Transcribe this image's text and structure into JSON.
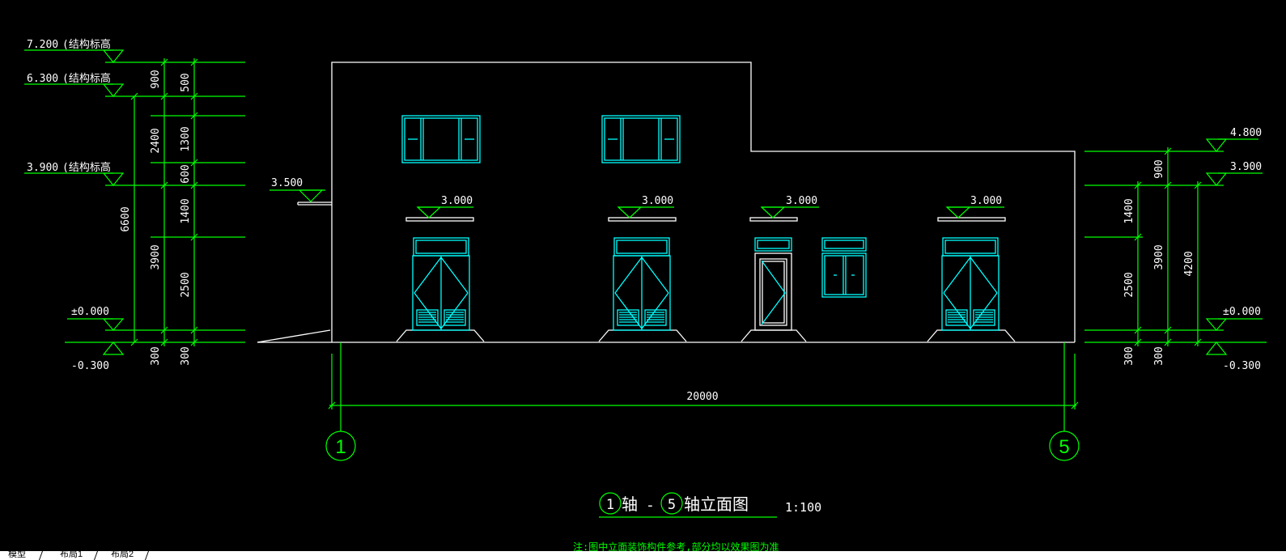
{
  "drawing": {
    "title_axis_start": "1",
    "title_text_axis": "轴",
    "title_dash": "-",
    "title_axis_end": "5",
    "title_text_elevation": "轴立面图",
    "scale": "1:100",
    "note": "注:图中立面装饰构件参考,部分均以效果图为准",
    "overall_width": "20000",
    "axis_labels": [
      "1",
      "5"
    ]
  },
  "left_levels": {
    "l1": "7.200",
    "l1_note": "(结构标高",
    "l2": "6.300",
    "l2_note": "(结构标高",
    "l3": "3.900",
    "l3_note": "(结构标高",
    "l4": "±0.000",
    "l5": "-0.300"
  },
  "left_dims": {
    "outer": [
      "900",
      "2400",
      "6600",
      "3900",
      "300"
    ],
    "inner": [
      "500",
      "1300",
      "600",
      "1400",
      "2500",
      "300"
    ]
  },
  "right_levels": {
    "r1": "4.800",
    "r2": "3.900",
    "r3": "±0.000",
    "r4": "-0.300"
  },
  "right_dims": {
    "col1": [
      "1400",
      "2500",
      "300"
    ],
    "col2": [
      "900",
      "3900",
      "300"
    ],
    "col3": [
      "4200"
    ]
  },
  "canopy_levels": [
    "3.500",
    "3.000",
    "3.000",
    "3.000",
    "3.000"
  ],
  "layout_tabs": [
    "模型",
    "布局1",
    "布局2"
  ],
  "colors": {
    "background": "#000000",
    "outline": "#ffffff",
    "dimension": "#00ff00",
    "openings": "#00ffff",
    "tab_bar": "#ffffff"
  }
}
